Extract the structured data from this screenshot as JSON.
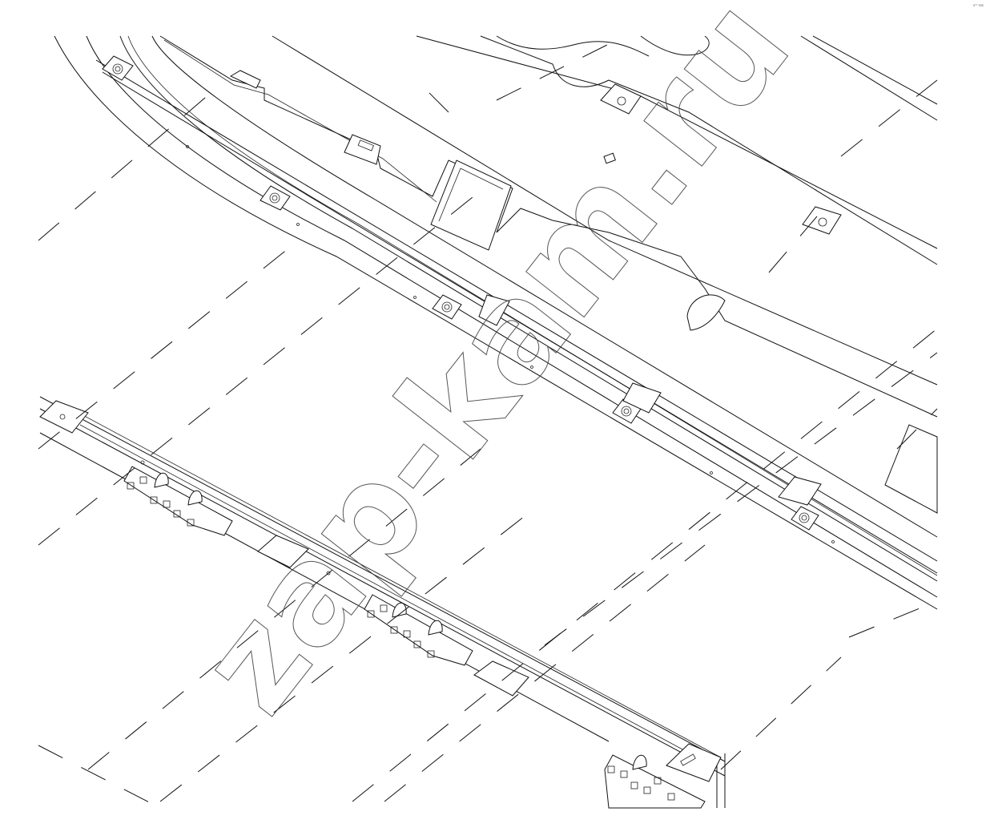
{
  "diagram": {
    "watermark": "zap-kam.ru",
    "corner_mark": "s⁰⁰ sss",
    "lower_rail": {
      "nut_groups": 3
    }
  }
}
